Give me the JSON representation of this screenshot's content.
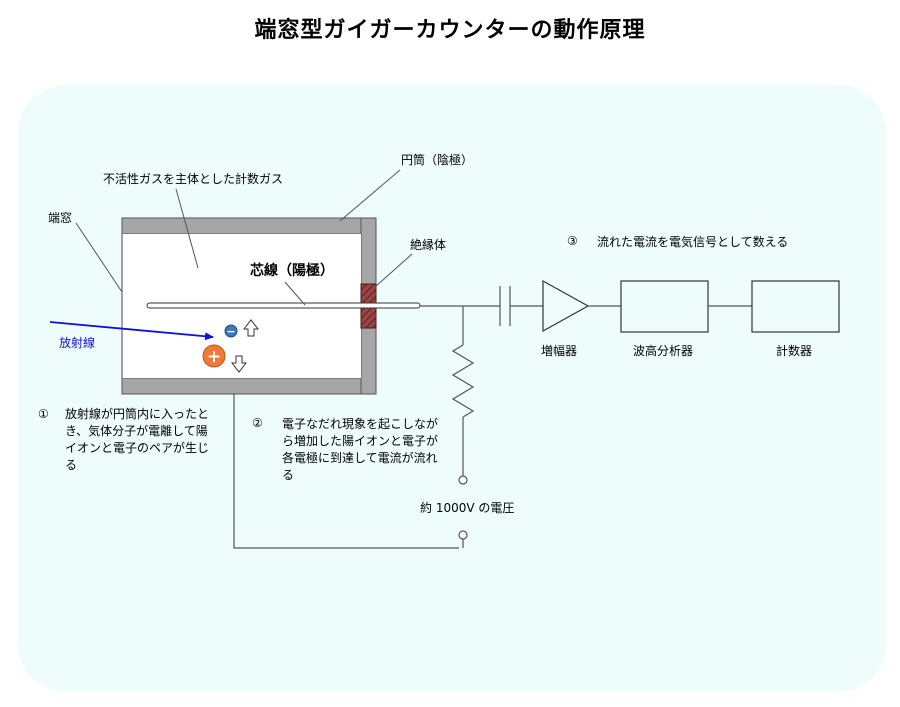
{
  "title": "端窓型ガイガーカウンターの動作原理",
  "labels": {
    "cylinder": "円筒（陰極）",
    "gas": "不活性ガスを主体とした計数ガス",
    "window": "端窓",
    "insulator": "絶縁体",
    "anode": "芯線（陽極）",
    "radiation": "放射線",
    "amplifier": "増幅器",
    "analyzer": "波高分析器",
    "counter": "計数器",
    "voltage": "約 1000V の電圧"
  },
  "symbols": {
    "electron": "−",
    "ion": "+"
  },
  "steps": [
    {
      "num": "①",
      "text": "放射線が円筒内に入ったとき、気体分子が電離して陽イオンと電子のペアが生じる"
    },
    {
      "num": "②",
      "text": "電子なだれ現象を起こしながら増加した陽イオンと電子が各電極に到達して電流が流れる"
    },
    {
      "num": "③",
      "text": "流れた電流を電気信号として数える"
    }
  ],
  "colors": {
    "panel": "#eefcfc",
    "tube_wall": "#a6a6a6",
    "insulator": "#8b3a3a",
    "radiation_arrow": "#1010d8",
    "electron": "#3a78c2",
    "ion": "#ee7b37"
  }
}
